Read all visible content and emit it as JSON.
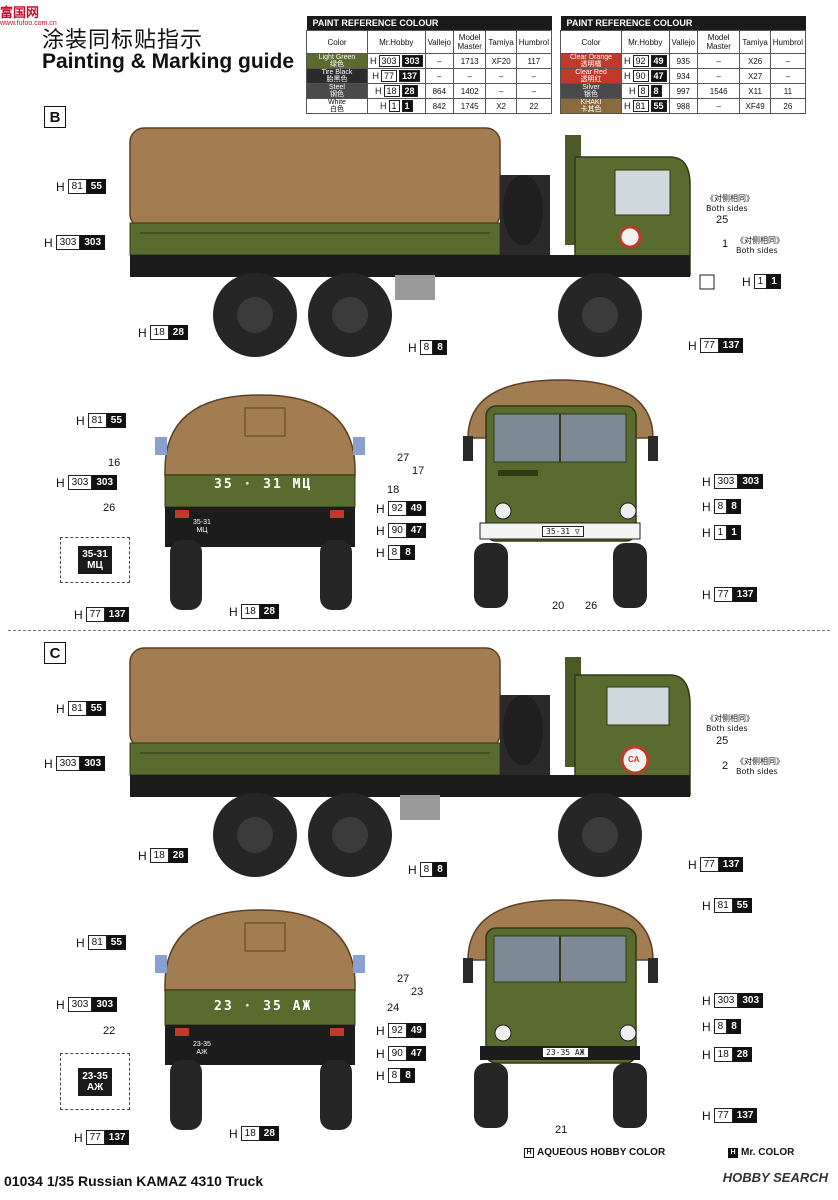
{
  "header": {
    "logo_text": "富国网",
    "logo_url": "www.fufoo.com.cn",
    "title_cn": "涂装同标贴指示",
    "title_en": "Painting & Marking guide"
  },
  "paint_table_left": {
    "heading": "PAINT REFERENCE COLOUR",
    "columns": [
      "Color",
      "Mr.Hobby",
      "Vallejo",
      "Model Master",
      "Tamiya",
      "Humbrol"
    ],
    "rows": [
      {
        "color": "Light Green",
        "color_cn": "绿色",
        "swatch": "#5c6a2e",
        "h_code": "303",
        "h_box": "303",
        "vallejo": "–",
        "model_master": "1713",
        "tamiya": "XF20",
        "humbrol": "117"
      },
      {
        "color": "Tire Black",
        "color_cn": "胎黑色",
        "swatch": "#2b2b2b",
        "h_code": "77",
        "h_box": "137",
        "vallejo": "–",
        "model_master": "–",
        "tamiya": "–",
        "humbrol": "–"
      },
      {
        "color": "Steel",
        "color_cn": "钢色",
        "swatch": "#4a4a4a",
        "h_code": "18",
        "h_box": "28",
        "vallejo": "864",
        "model_master": "1402",
        "tamiya": "–",
        "humbrol": "–"
      },
      {
        "color": "White",
        "color_cn": "白色",
        "swatch": "#ffffff",
        "h_code": "1",
        "h_box": "1",
        "vallejo": "842",
        "model_master": "1745",
        "tamiya": "X2",
        "humbrol": "22"
      }
    ]
  },
  "paint_table_right": {
    "heading": "PAINT REFERENCE COLOUR",
    "columns": [
      "Color",
      "Mr.Hobby",
      "Vallejo",
      "Model Master",
      "Tamiya",
      "Humbrol"
    ],
    "rows": [
      {
        "color": "Clear Orange",
        "color_cn": "透明橘",
        "swatch": "#c0392b",
        "h_code": "92",
        "h_box": "49",
        "vallejo": "935",
        "model_master": "–",
        "tamiya": "X26",
        "humbrol": "–"
      },
      {
        "color": "Clear Red",
        "color_cn": "透明红",
        "swatch": "#c0392b",
        "h_code": "90",
        "h_box": "47",
        "vallejo": "934",
        "model_master": "–",
        "tamiya": "X27",
        "humbrol": "–"
      },
      {
        "color": "Silver",
        "color_cn": "银色",
        "swatch": "#4a4a4a",
        "h_code": "8",
        "h_box": "8",
        "vallejo": "997",
        "model_master": "1546",
        "tamiya": "X11",
        "humbrol": "11"
      },
      {
        "color": "KHAKI",
        "color_cn": "卡其色",
        "swatch": "#8b6b3d",
        "h_code": "81",
        "h_box": "55",
        "vallejo": "988",
        "model_master": "–",
        "tamiya": "XF49",
        "humbrol": "26"
      }
    ]
  },
  "colors": {
    "olive": "#5a6b2f",
    "khaki": "#a27d52",
    "tire": "#262626",
    "chassis": "#1c1c1c"
  },
  "sections": {
    "b": "B",
    "c": "C"
  },
  "callouts": {
    "h81_55": {
      "h": "H",
      "n1": "81",
      "n2": "55"
    },
    "h303_303": {
      "h": "H",
      "n1": "303",
      "n2": "303"
    },
    "h18_28": {
      "h": "H",
      "n1": "18",
      "n2": "28"
    },
    "h8_8": {
      "h": "H",
      "n1": "8",
      "n2": "8"
    },
    "h77_137": {
      "h": "H",
      "n1": "77",
      "n2": "137"
    },
    "h1_1": {
      "h": "H",
      "n1": "1",
      "n2": "1"
    },
    "h92_49": {
      "h": "H",
      "n1": "92",
      "n2": "49"
    },
    "h90_47": {
      "h": "H",
      "n1": "90",
      "n2": "47"
    }
  },
  "labels": {
    "both_cn": "《对侧相同》",
    "both_en": "Both sides",
    "n25": "25",
    "n1": "1",
    "n2": "2",
    "n16": "16",
    "n17": "17",
    "n18": "18",
    "n26": "26",
    "n27": "27",
    "n20": "20",
    "n22": "22",
    "n23": "23",
    "n24": "24",
    "n21": "21"
  },
  "markings": {
    "b_tail": "35 · 31 МЦ",
    "b_plate": "35-31",
    "b_plate_sub": "МЦ",
    "b_front_plate": "35-31 ▽",
    "b_decal_1": "35-31",
    "b_decal_2": "МЦ",
    "c_tail": "23 · 35 АЖ",
    "c_plate": "23-35",
    "c_plate_sub": "АЖ",
    "c_front_plate": "23-35 АЖ",
    "c_decal_1": "23-35",
    "c_decal_2": "АЖ",
    "ca_badge": "CA"
  },
  "legend": {
    "aqueous_box": "H",
    "aqueous_label": "AQUEOUS HOBBY COLOR",
    "mr_box": "H",
    "mr_label": "Mr. COLOR"
  },
  "footer": {
    "title": "01034 1/35 Russian KAMAZ 4310 Truck",
    "watermark": "HOBBY SEARCH"
  }
}
